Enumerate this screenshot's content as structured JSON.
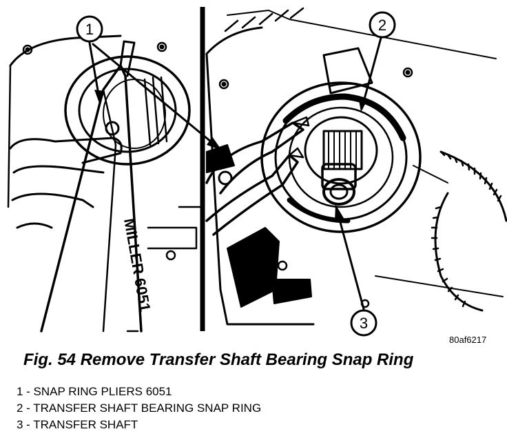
{
  "figure": {
    "callouts": [
      "1",
      "2",
      "3"
    ],
    "tool_label": "MILLER 6051",
    "image_id": "80af6217"
  },
  "caption": "Fig. 54 Remove Transfer Shaft Bearing Snap Ring",
  "legend": [
    "1 - SNAP RING PLIERS 6051",
    "2 - TRANSFER SHAFT BEARING SNAP RING",
    "3 - TRANSFER SHAFT"
  ]
}
